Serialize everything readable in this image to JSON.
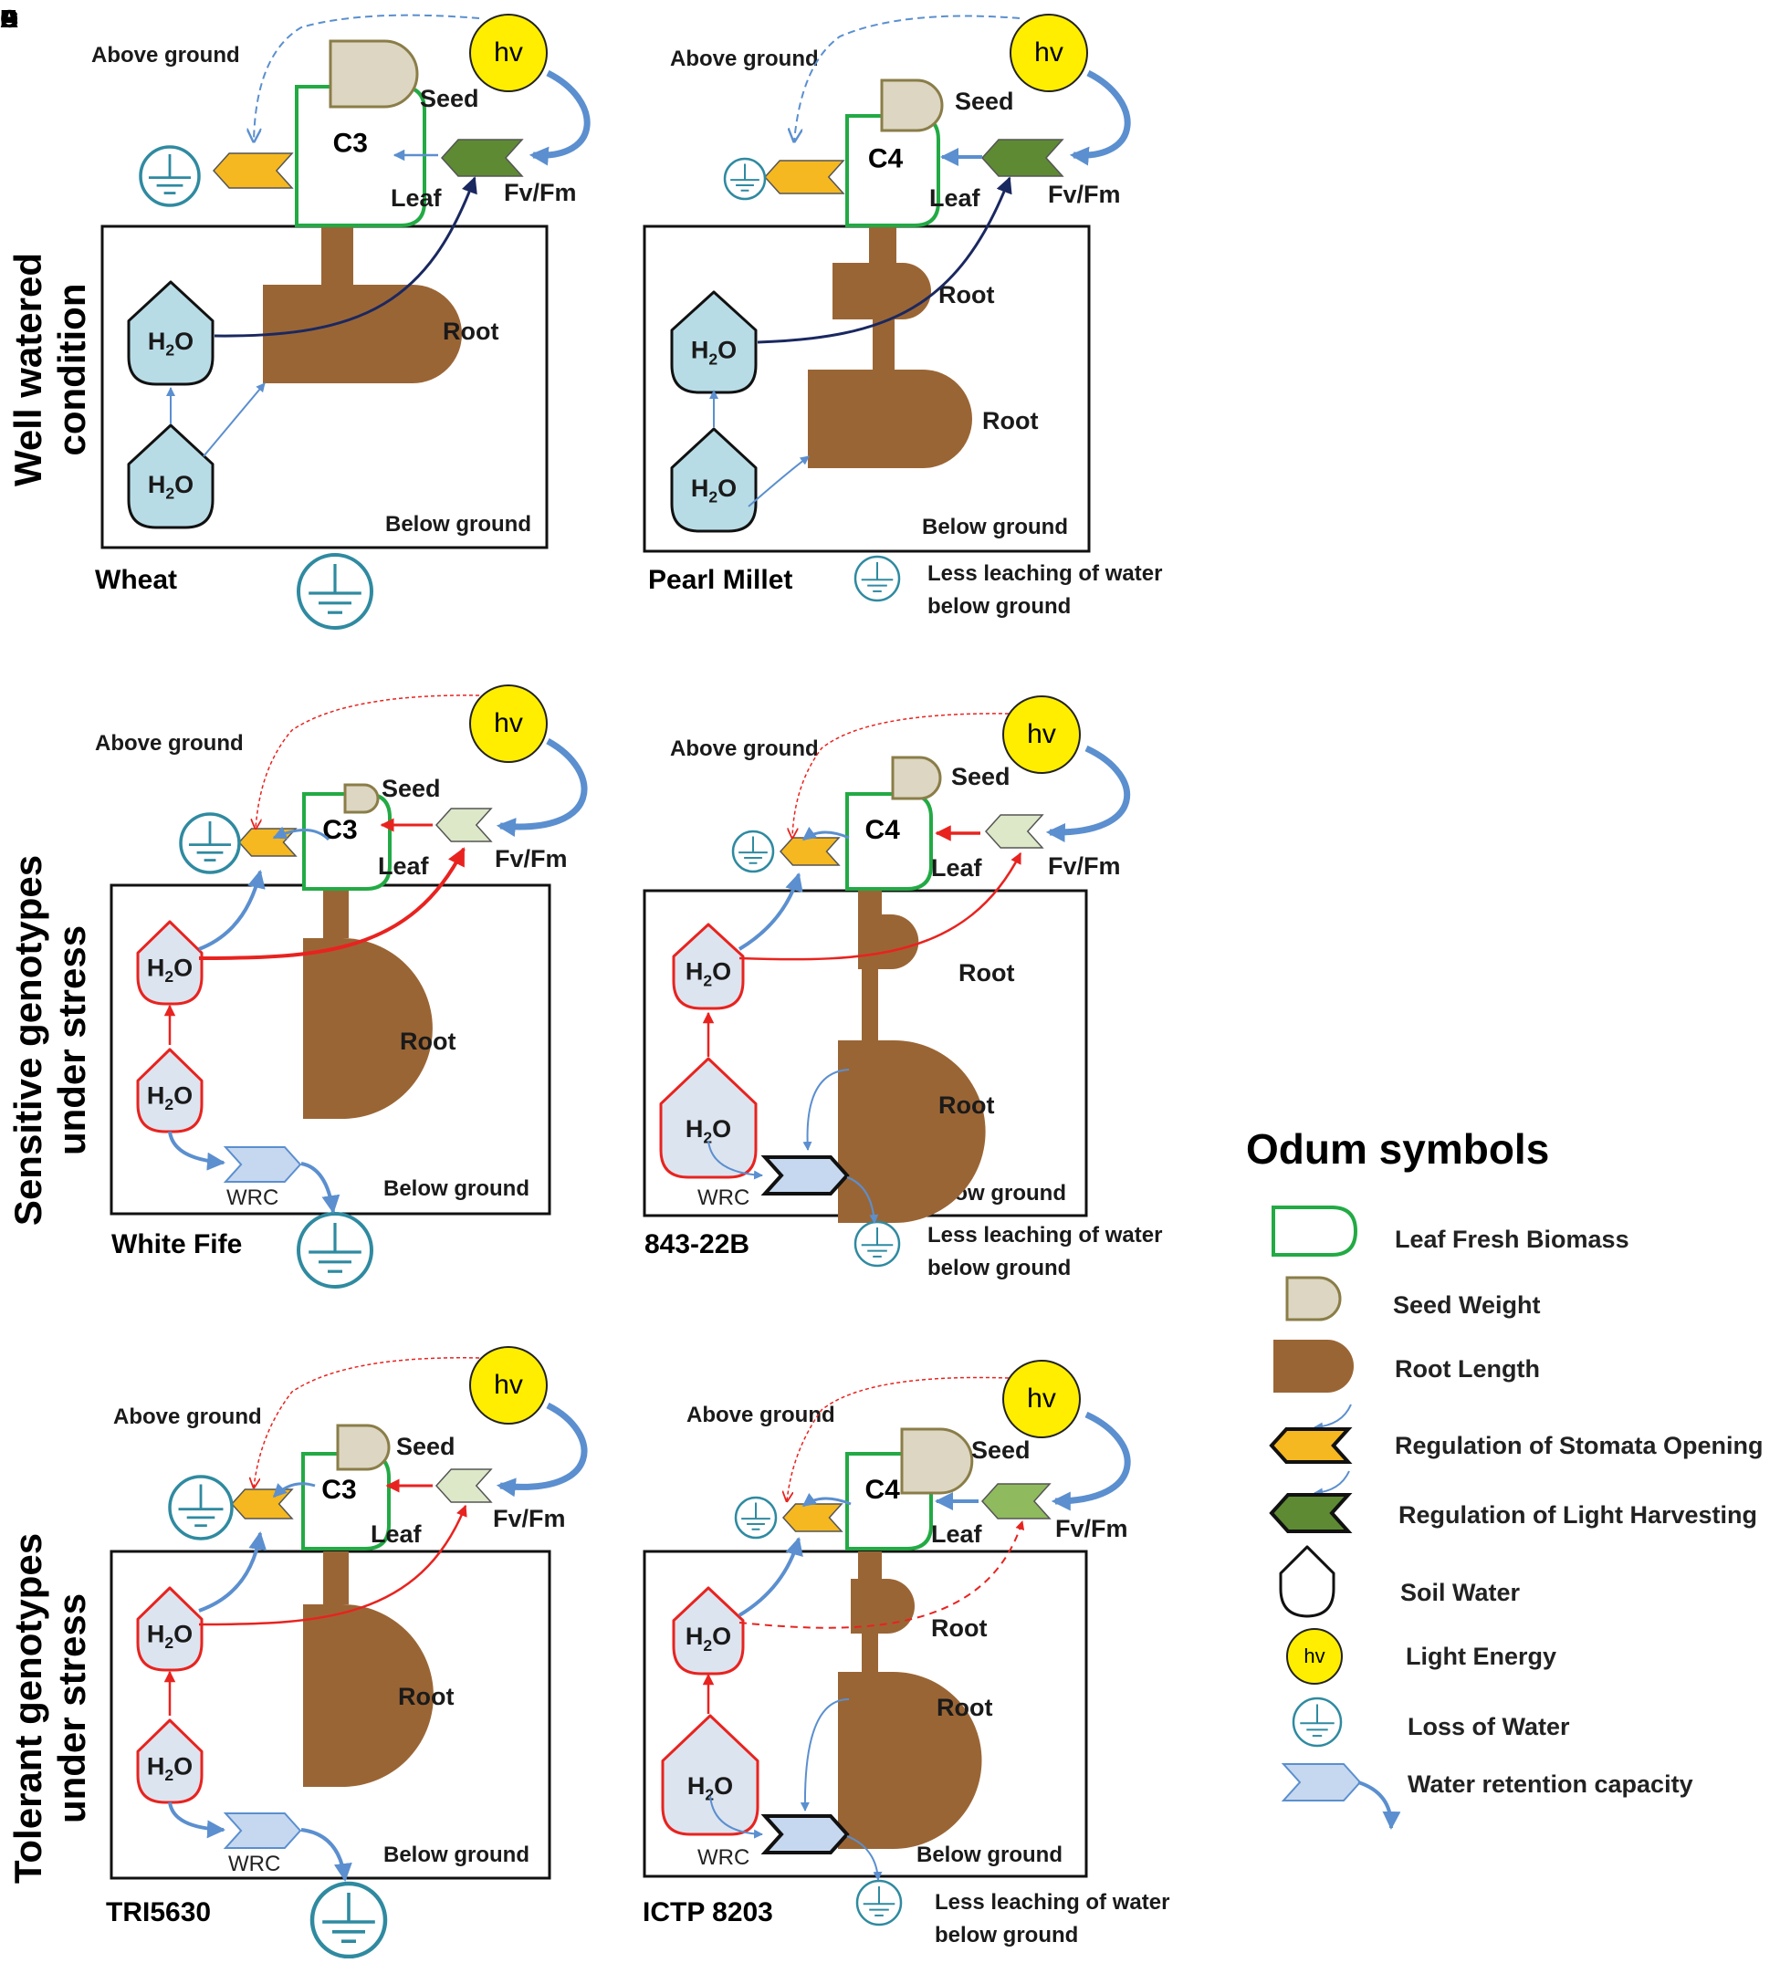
{
  "rows": {
    "row1": [
      "Well watered",
      "condition"
    ],
    "row2": [
      "Sensitive genotypes",
      "under stress"
    ],
    "row3": [
      "Tolerant genotypes",
      "under stress"
    ]
  },
  "common": {
    "above_ground": "Above ground",
    "below_ground": "Below ground",
    "seed": "Seed",
    "leaf": "Leaf",
    "root": "Root",
    "fv_fm": "Fv/Fm",
    "hv": "hv",
    "h2o_main": "H",
    "h2o_sub": "2",
    "h2o_tail": "O",
    "wrc": "WRC",
    "less_leaching": [
      "Less leaching of water",
      "below ground"
    ]
  },
  "panels": [
    {
      "letter": "A",
      "pathway": "C3",
      "genotype": "Wheat"
    },
    {
      "letter": "B",
      "pathway": "C4",
      "genotype": "Pearl Millet"
    },
    {
      "letter": "C",
      "pathway": "C3",
      "genotype": "White Fife"
    },
    {
      "letter": "D",
      "pathway": "C4",
      "genotype": "843-22B"
    },
    {
      "letter": "E",
      "pathway": "C3",
      "genotype": "TRI5630"
    },
    {
      "letter": "F",
      "pathway": "C4",
      "genotype": "ICTP 8203"
    }
  ],
  "legend": {
    "title": "Odum symbols",
    "items": [
      {
        "label": "Leaf Fresh Biomass",
        "icon": "leaf-tank-icon"
      },
      {
        "label": "Seed Weight",
        "icon": "seed-tank-icon"
      },
      {
        "label": "Root Length",
        "icon": "root-tank-icon"
      },
      {
        "label": "Regulation of Stomata Opening",
        "icon": "stomata-gate-icon"
      },
      {
        "label": "Regulation of Light Harvesting",
        "icon": "light-gate-icon"
      },
      {
        "label": "Soil Water",
        "icon": "soil-water-icon"
      },
      {
        "label": "Light Energy",
        "icon": "light-energy-icon"
      },
      {
        "label": "Loss of Water",
        "icon": "water-loss-icon"
      },
      {
        "label": "Water retention capacity",
        "icon": "wrc-icon"
      }
    ]
  },
  "colors": {
    "leaf_border": "#22aa44",
    "seed_fill": "#dcd6c2",
    "seed_border": "#8a7d48",
    "root": "#9a6535",
    "stomata": "#f5b820",
    "light_gate_healthy": "#5e8a34",
    "light_gate_stressed": "#dce8c8",
    "light_gate_tolerant": "#8fba5e",
    "water_fill": "#b8dce6",
    "water_stress_fill": "#dce4ef",
    "sun": "#ffee00",
    "flow_blue": "#5b8fcf",
    "flow_navy": "#1a2860",
    "flow_red": "#e8231f",
    "sink": "#2f8aa0",
    "wrc_fill": "#c6d8ef"
  }
}
